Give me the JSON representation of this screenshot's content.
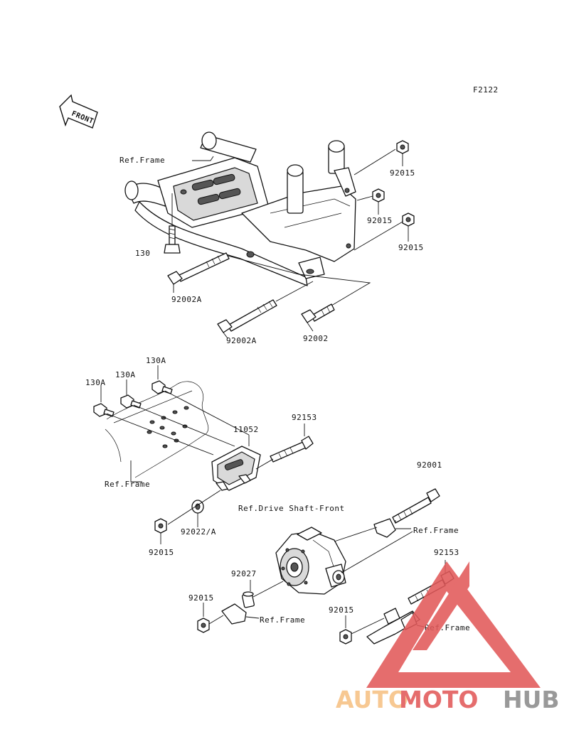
{
  "diagram_code": "F2122",
  "front_label": "FRONT",
  "labels": {
    "ref_frame_1": "Ref.Frame",
    "p92015_a": "92015",
    "p92015_b": "92015",
    "p92015_c": "92015",
    "p130": "130",
    "p92002A_a": "92002A",
    "p92002A_b": "92002A",
    "p92002": "92002",
    "p130A_a": "130A",
    "p130A_b": "130A",
    "p130A_c": "130A",
    "p92153_a": "92153",
    "p11052": "11052",
    "ref_frame_2": "Ref.Frame",
    "p92001": "92001",
    "ref_drive_shaft": "Ref.Drive Shaft-Front",
    "ref_frame_3": "Ref.Frame",
    "p92015_d": "92015",
    "p92022A": "92022/A",
    "p92153_b": "92153",
    "p92027": "92027",
    "p92015_e": "92015",
    "ref_frame_4": "Ref.Frame",
    "p92015_f": "92015",
    "ref_frame_5": "Ref.Frame"
  },
  "watermark": {
    "part1": "AUTO",
    "part2": "MOTO",
    "part3": "HUB",
    "color_light": "#f6c184",
    "color_red": "#e2595a",
    "color_dark": "#8c8c8c"
  }
}
